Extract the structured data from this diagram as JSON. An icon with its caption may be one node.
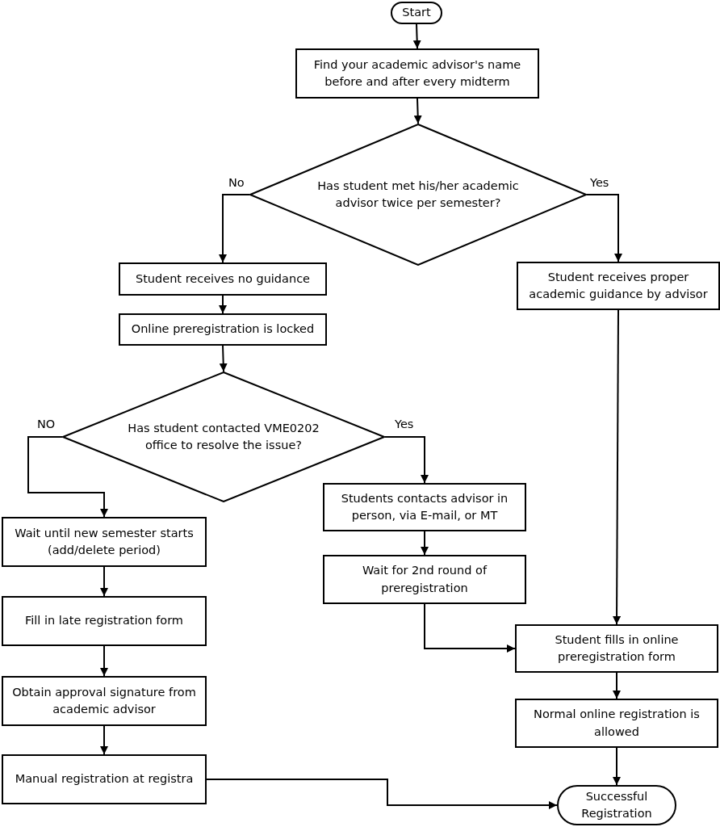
{
  "diagram": {
    "nodes": [
      {
        "text": [
          "Start"
        ]
      },
      {
        "text": [
          "Find your academic advisor's name before and after every midterm"
        ]
      },
      {
        "text": [
          "Has student met his/her academic advisor twice per semester?"
        ]
      },
      {
        "text": [
          "Student receives no guidance"
        ]
      },
      {
        "text": [
          "Student receives proper academic guidance by advisor"
        ]
      },
      {
        "text": [
          "Online preregistration is locked"
        ]
      },
      {
        "text": [
          "Has student contacted VME0202 office to resolve the issue?"
        ]
      },
      {
        "text": [
          "Wait until new semester starts (add/delete period)"
        ]
      },
      {
        "text": [
          "Students contacts advisor in person, via E-mail, or MT"
        ]
      },
      {
        "text": [
          "Wait for 2nd round of preregistration"
        ]
      },
      {
        "text": [
          "Fill in late registration form"
        ]
      },
      {
        "text": [
          "Student fills in online preregistration form"
        ]
      },
      {
        "text": [
          "Obtain approval signature from academic advisor"
        ]
      },
      {
        "text": [
          "Normal online registration is allowed"
        ]
      },
      {
        "text": [
          "Manual registration at registra"
        ]
      },
      {
        "text": [
          "Successful Registration"
        ]
      }
    ],
    "edges": [
      {
        "from": 0,
        "to": 1,
        "arrow": "to"
      },
      {
        "from": 1,
        "to": 2,
        "arrow": "to"
      },
      {
        "from": 2,
        "to": 3,
        "arrow": "to",
        "label": "No"
      },
      {
        "from": 2,
        "to": 4,
        "arrow": "to",
        "label": "Yes"
      },
      {
        "from": 3,
        "to": 5,
        "arrow": "to"
      },
      {
        "from": 5,
        "to": 6,
        "arrow": "to"
      },
      {
        "from": 6,
        "to": 7,
        "arrow": "to",
        "label": "NO"
      },
      {
        "from": 6,
        "to": 8,
        "arrow": "to",
        "label": "Yes"
      },
      {
        "from": 8,
        "to": 9,
        "arrow": "to"
      },
      {
        "from": 9,
        "to": 11,
        "arrow": "to"
      },
      {
        "from": 4,
        "to": 11,
        "arrow": "to"
      },
      {
        "from": 7,
        "to": 10,
        "arrow": "to"
      },
      {
        "from": 10,
        "to": 12,
        "arrow": "to"
      },
      {
        "from": 12,
        "to": 14,
        "arrow": "to"
      },
      {
        "from": 11,
        "to": 13,
        "arrow": "to"
      },
      {
        "from": 13,
        "to": 15,
        "arrow": "to"
      },
      {
        "from": 14,
        "to": 15,
        "arrow": "to"
      }
    ]
  }
}
